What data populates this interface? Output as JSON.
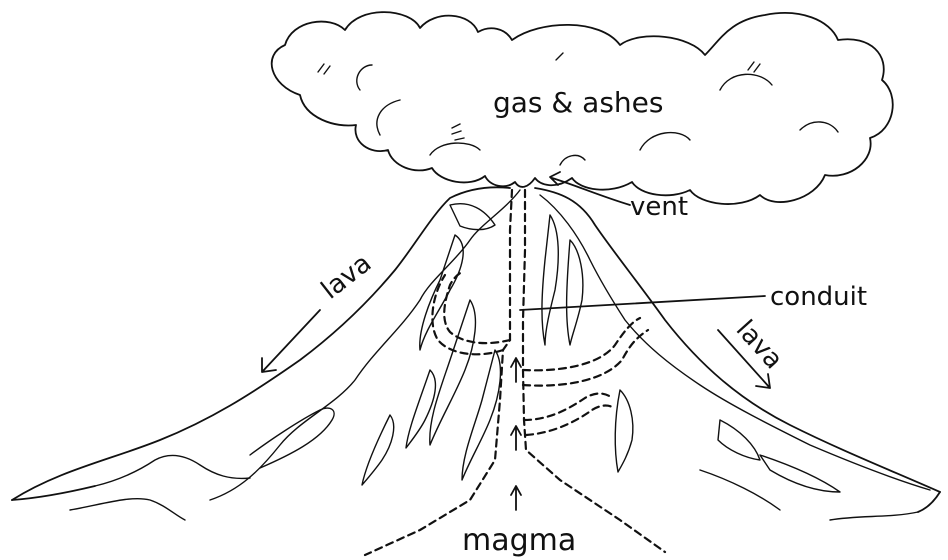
{
  "labels": {
    "cloud": "gas & ashes",
    "vent": "vent",
    "conduit": "conduit",
    "lava_left": "lava",
    "lava_right": "lava",
    "magma": "magma"
  }
}
